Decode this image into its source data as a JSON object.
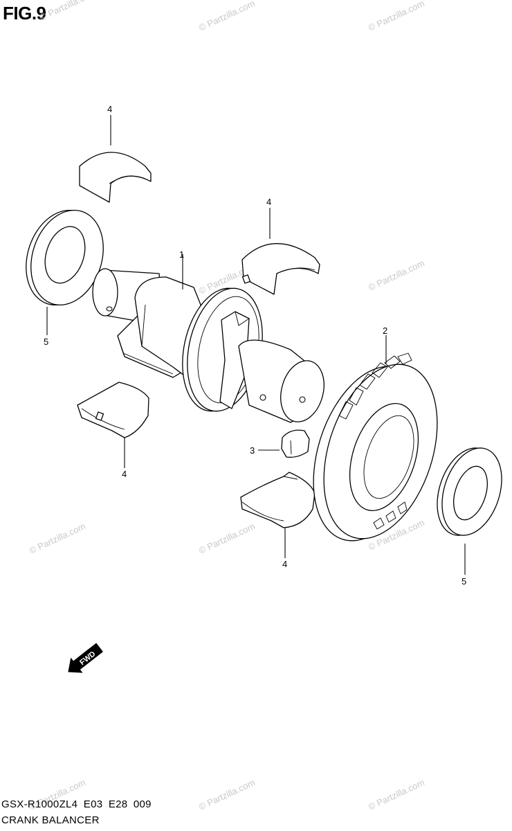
{
  "figure": {
    "title": "FIG.9"
  },
  "footer": {
    "model_code": "GSX-R1000ZL4  E03  E28  009",
    "section_name": "CRANK BALANCER"
  },
  "watermark": {
    "text": "© Partzilla.com"
  },
  "callouts": {
    "shaft": "1",
    "gear": "2",
    "key": "3",
    "bearing_top": "4",
    "bearing_mid": "4",
    "bearing_left": "4",
    "bearing_bottom": "4",
    "washer_left": "5",
    "washer_right": "5"
  },
  "fwd_arrow": {
    "label": "FWD"
  }
}
